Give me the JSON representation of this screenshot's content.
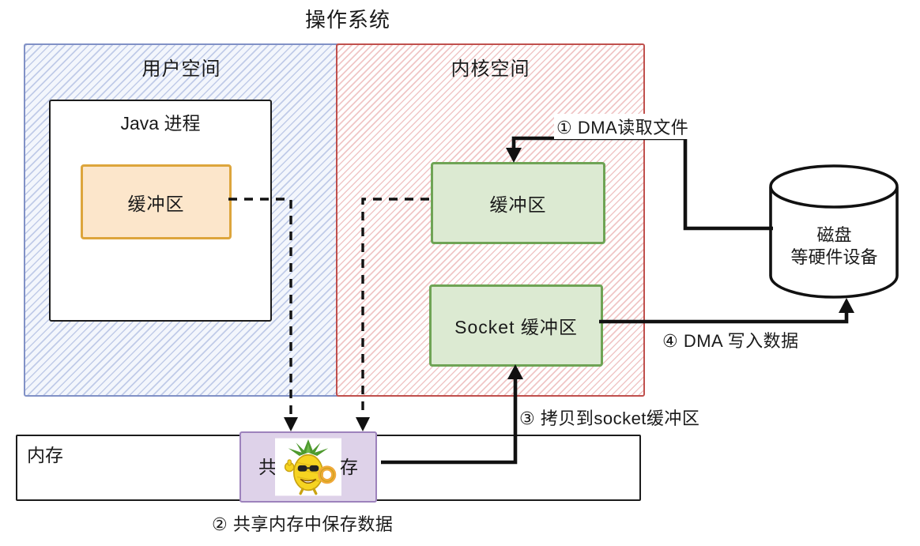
{
  "title": "操作系统",
  "user_space": {
    "label": "用户空间"
  },
  "kernel_space": {
    "label": "内核空间"
  },
  "java_process": {
    "label": "Java 进程"
  },
  "user_buffer": {
    "label": "缓冲区"
  },
  "kernel_buffer": {
    "label": "缓冲区"
  },
  "socket_buffer": {
    "label": "Socket 缓冲区"
  },
  "disk": {
    "line1": "磁盘",
    "line2": "等硬件设备"
  },
  "memory_bar": {
    "label": "内存"
  },
  "shared_memory": {
    "prefix": "共",
    "suffix": "存",
    "icon": "pineapple-sticker"
  },
  "steps": {
    "step1": "① DMA读取文件",
    "step2": "② 共享内存中保存数据",
    "step3": "③ 拷贝到socket缓冲区",
    "step4": "④ DMA 写入数据"
  },
  "colors": {
    "user_space_border": "#8191c6",
    "user_space_hatch": "#b9c7e8",
    "kernel_space_border": "#c0504d",
    "kernel_space_hatch": "#f0b9b9",
    "user_buffer_fill": "#fce6cb",
    "user_buffer_border": "#dda53c",
    "kernel_buffer_fill": "#dcead2",
    "kernel_buffer_border": "#6fa455",
    "shared_memory_fill": "#ded2e9",
    "shared_memory_border": "#9d82bc",
    "line_color": "#111111"
  }
}
